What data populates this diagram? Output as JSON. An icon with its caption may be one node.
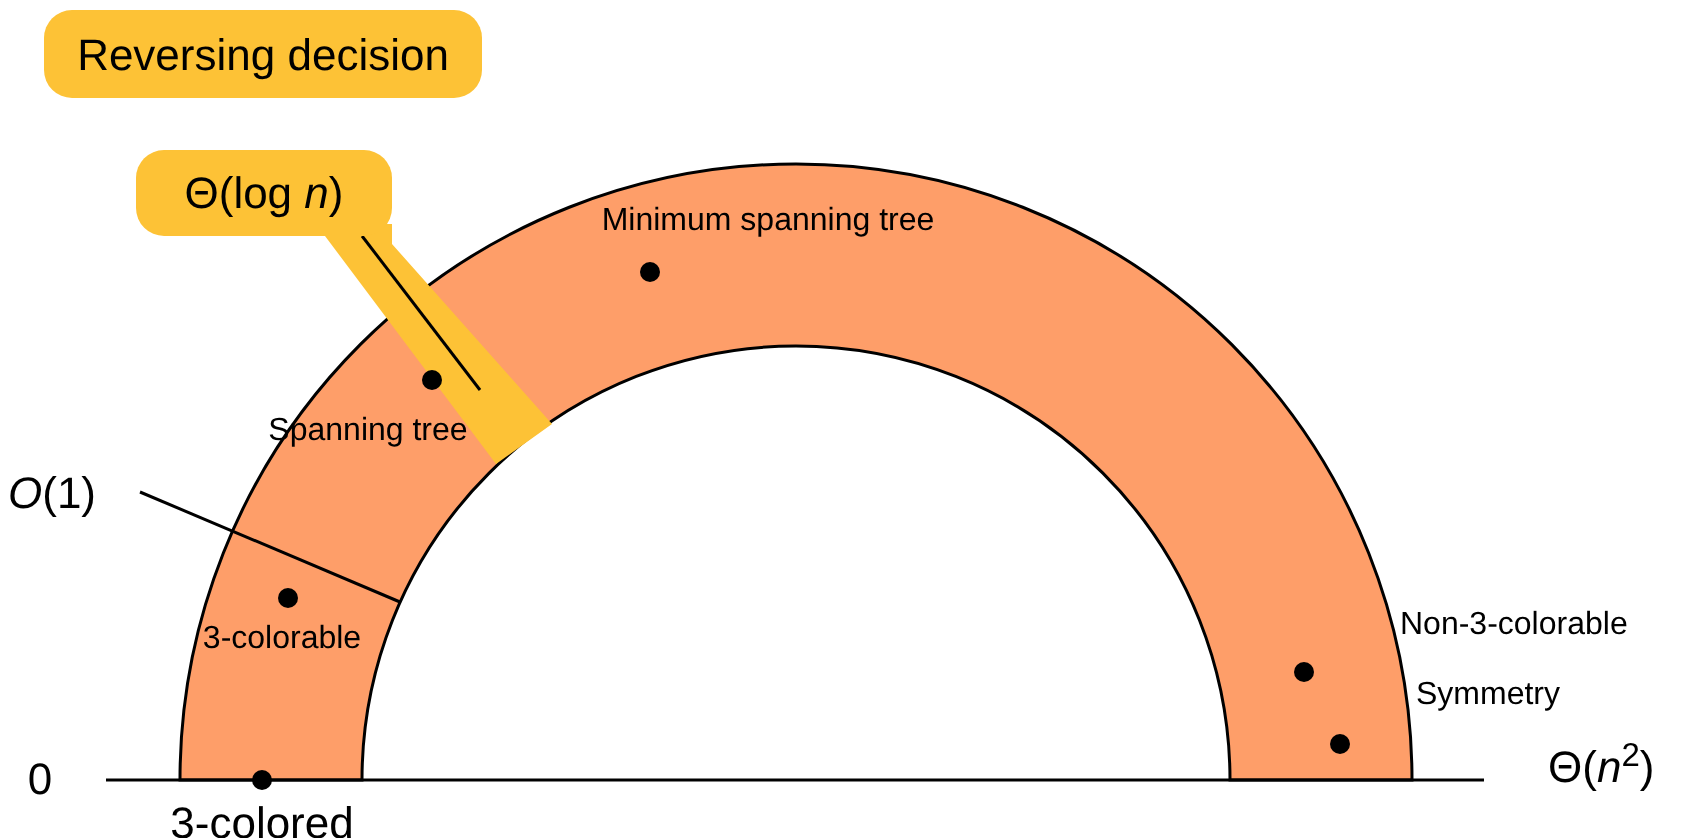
{
  "diagram": {
    "nodes": [
      {
        "text": [
          "Reversing decision"
        ]
      },
      {
        "text": [
          "Θ(log *n*)"
        ]
      },
      {
        "text": [
          "*O*(1)"
        ]
      }
    ],
    "edges": [
      {
        "from": 1,
        "to": null,
        "arrow": "none"
      },
      {
        "from": 2,
        "to": null,
        "arrow": "none"
      }
    ],
    "labels": [
      "Minimum spanning tree",
      "Spanning tree",
      "3-colorable",
      "Non-3-colorable",
      "Symmetry",
      "0",
      "3-colored",
      "Θ(*n*$^{2}$)"
    ]
  }
}
